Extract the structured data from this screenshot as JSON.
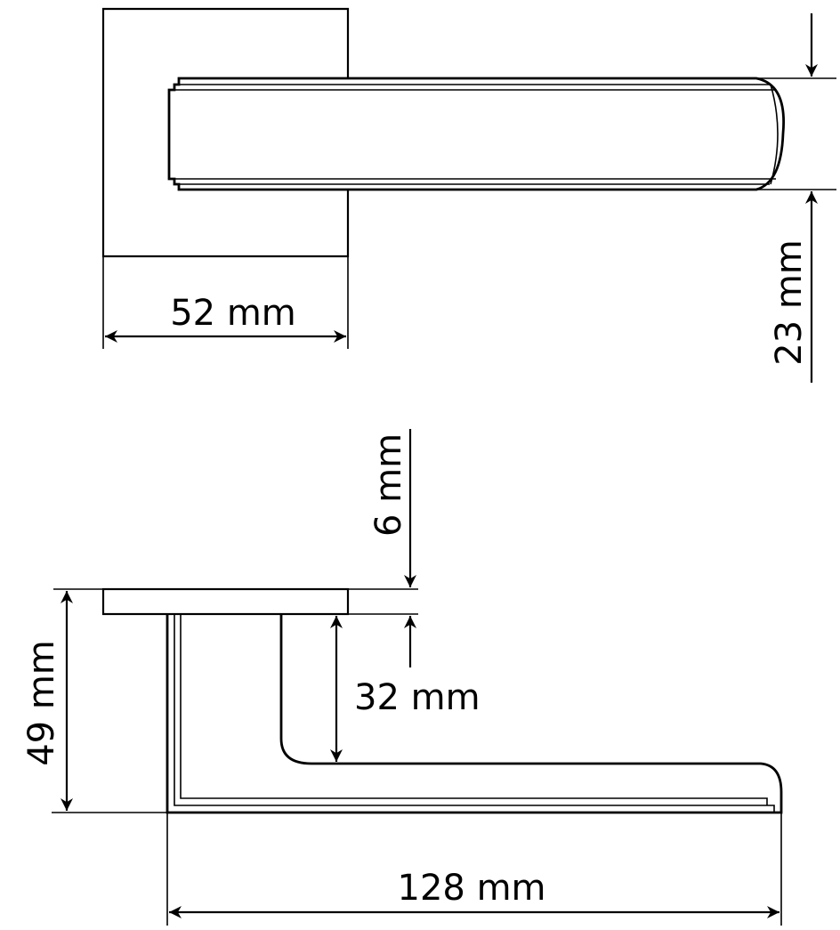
{
  "top_view": {
    "width_label": "52 mm",
    "thickness_label": "23 mm"
  },
  "side_view": {
    "rose_thickness_label": "6 mm",
    "projection_label": "49 mm",
    "grip_clearance_label": "32 mm",
    "length_label": "128 mm"
  }
}
